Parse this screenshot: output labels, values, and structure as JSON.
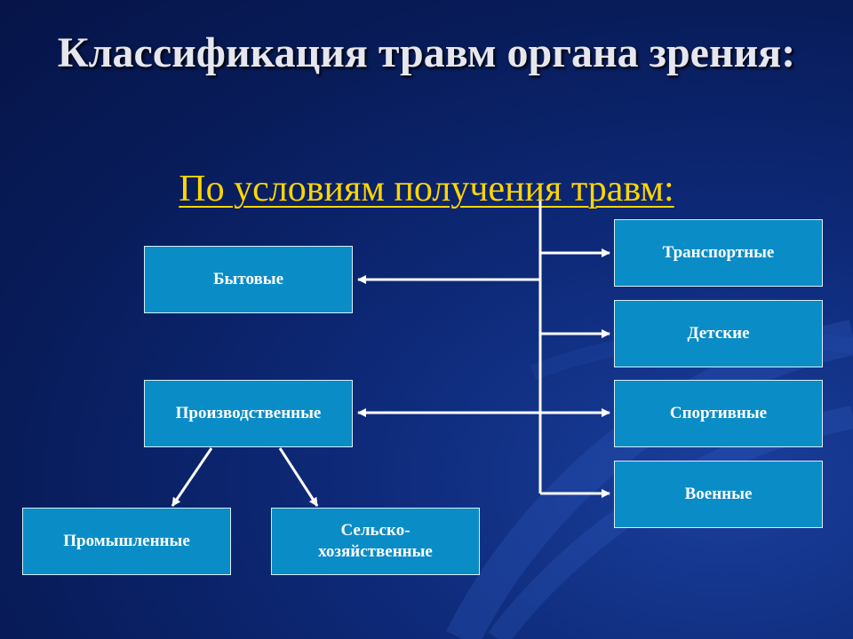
{
  "title": "Классификация травм органа зрения:",
  "subtitle": "По условиям получения травм:",
  "nodes": {
    "household": "Бытовые",
    "industrial": "Производственные",
    "manufacturing": "Промышленные",
    "agricultural": "Сельско-хозяйственные",
    "transport": "Транспортные",
    "children": "Детские",
    "sports": "Спортивные",
    "military": "Военные"
  },
  "colors": {
    "box_fill": "#0a8cc7",
    "subtitle": "#ffd500",
    "connector": "#ffffff"
  }
}
